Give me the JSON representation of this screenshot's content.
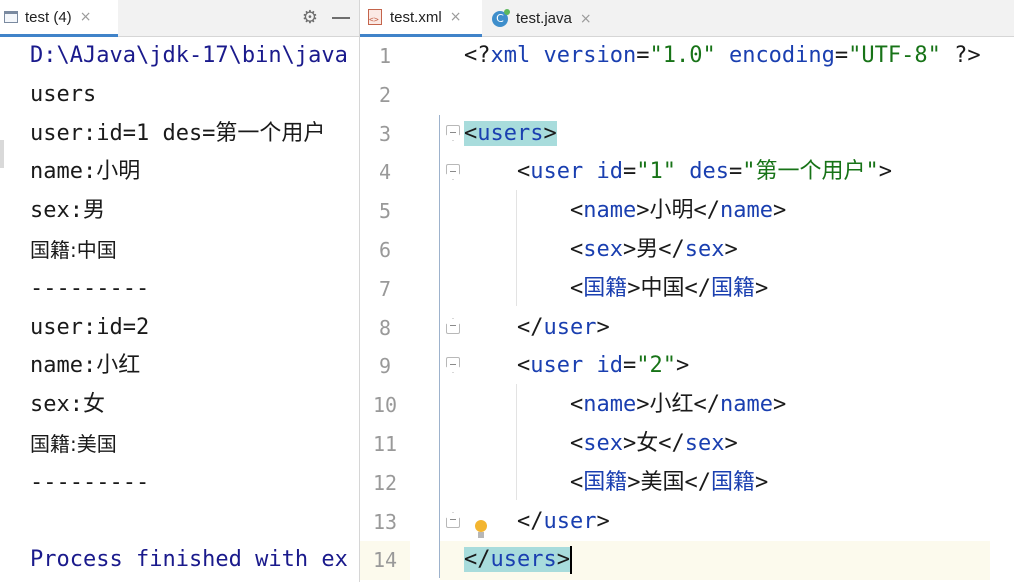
{
  "run_panel": {
    "tab_label": "test (4)",
    "tab_close": "×",
    "gear_glyph": "⚙",
    "icons": [
      "run-console-icon",
      "gear-icon",
      "minimize-icon",
      "close-icon"
    ],
    "console_lines": [
      "D:\\AJava\\jdk-17\\bin\\java",
      "users",
      "user:id=1 des=第一个用户",
      "name:小明",
      "sex:男",
      "国籍:中国",
      "---------",
      "user:id=2",
      "name:小红",
      "sex:女",
      "国籍:美国",
      "---------",
      "",
      "Process finished with ex"
    ]
  },
  "editor": {
    "tabs": [
      {
        "label": "test.xml",
        "icon": "xml-file-icon",
        "active": true
      },
      {
        "label": "test.java",
        "icon": "java-class-icon",
        "active": false
      }
    ],
    "tab_close": "×",
    "line_numbers": [
      "1",
      "2",
      "3",
      "4",
      "5",
      "6",
      "7",
      "8",
      "9",
      "10",
      "11",
      "12",
      "13",
      "14"
    ],
    "current_line": "14",
    "lines": {
      "l1": {
        "p1": "<?",
        "tag": "xml",
        "a1": " version",
        "eq1": "=",
        "v1": "\"1.0\"",
        "a2": " encoding",
        "eq2": "=",
        "v2": "\"UTF-8\"",
        "p2": " ?>"
      },
      "l3": {
        "open": "<",
        "tag": "users",
        "close": ">"
      },
      "l4": {
        "indent": "    ",
        "open": "<",
        "tag": "user",
        "a1": " id",
        "eq1": "=",
        "v1": "\"1\"",
        "a2": " des",
        "eq2": "=",
        "v2": "\"第一个用户\"",
        "close": ">"
      },
      "l5": {
        "indent": "        ",
        "o1": "<",
        "tag": "name",
        "c1": ">",
        "text": "小明",
        "o2": "</",
        "tag2": "name",
        "c2": ">"
      },
      "l6": {
        "indent": "        ",
        "o1": "<",
        "tag": "sex",
        "c1": ">",
        "text": "男",
        "o2": "</",
        "tag2": "sex",
        "c2": ">"
      },
      "l7": {
        "indent": "        ",
        "o1": "<",
        "tag": "国籍",
        "c1": ">",
        "text": "中国",
        "o2": "</",
        "tag2": "国籍",
        "c2": ">"
      },
      "l8": {
        "indent": "    ",
        "open": "</",
        "tag": "user",
        "close": ">"
      },
      "l9": {
        "indent": "    ",
        "open": "<",
        "tag": "user",
        "a1": " id",
        "eq1": "=",
        "v1": "\"2\"",
        "close": ">"
      },
      "l10": {
        "indent": "        ",
        "o1": "<",
        "tag": "name",
        "c1": ">",
        "text": "小红",
        "o2": "</",
        "tag2": "name",
        "c2": ">"
      },
      "l11": {
        "indent": "        ",
        "o1": "<",
        "tag": "sex",
        "c1": ">",
        "text": "女",
        "o2": "</",
        "tag2": "sex",
        "c2": ">"
      },
      "l12": {
        "indent": "        ",
        "o1": "<",
        "tag": "国籍",
        "c1": ">",
        "text": "美国",
        "o2": "</",
        "tag2": "国籍",
        "c2": ">"
      },
      "l13": {
        "indent": "    ",
        "open": "</",
        "tag": "user",
        "close": ">"
      },
      "l14": {
        "open": "</",
        "tag": "users",
        "close": ">"
      }
    },
    "colors": {
      "tag": "#1a3fb0",
      "value": "#177317",
      "match_highlight": "#a8dcdc",
      "current_line_bg": "#fcfaed"
    }
  }
}
